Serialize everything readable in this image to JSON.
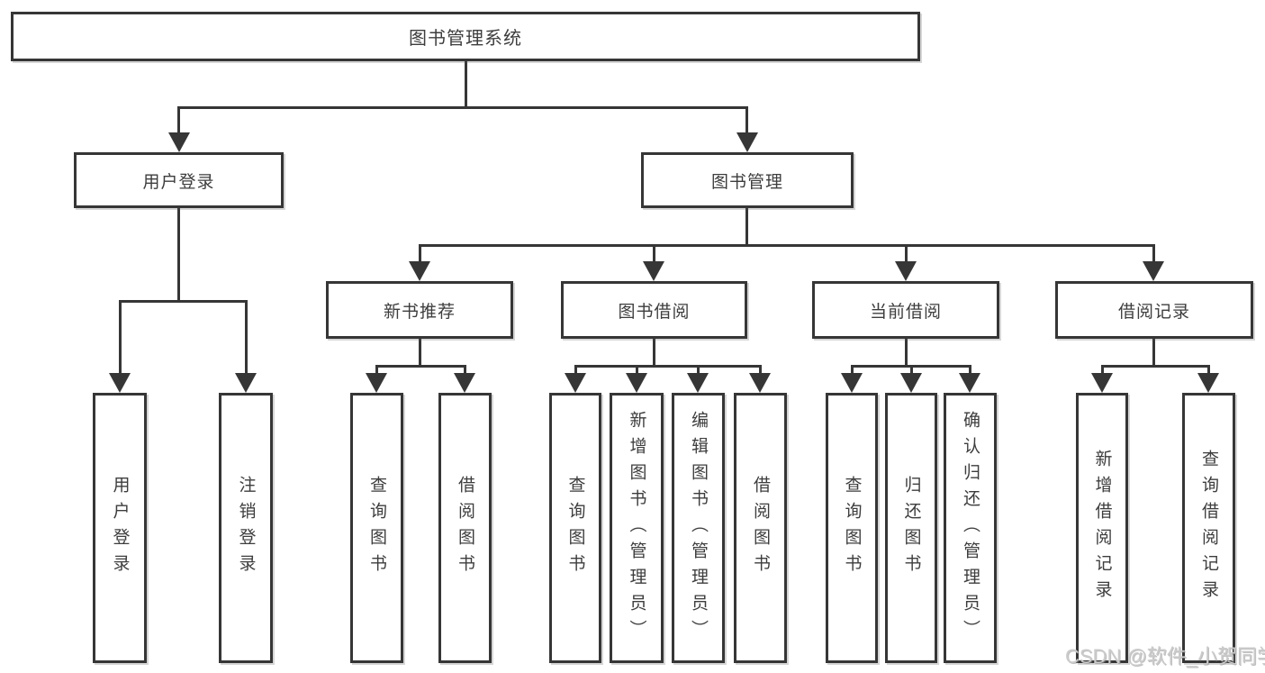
{
  "colors": {
    "line": "#363636",
    "text": "#3d3d3d",
    "box_background": "#ffffff",
    "page_background": "#ffffff",
    "watermark": "#cbcbcb"
  },
  "watermark": {
    "text": "CSDN @软件_小贺同学"
  },
  "tree": {
    "label": "图书管理系统",
    "children": [
      {
        "label": "用户登录",
        "children": [
          {
            "label": "用户登录"
          },
          {
            "label": "注销登录"
          }
        ]
      },
      {
        "label": "图书管理",
        "children": [
          {
            "label": "新书推荐",
            "children": [
              {
                "label": "查询图书"
              },
              {
                "label": "借阅图书"
              }
            ]
          },
          {
            "label": "图书借阅",
            "children": [
              {
                "label": "查询图书"
              },
              {
                "label": "新增图书（管理员）"
              },
              {
                "label": "编辑图书（管理员）"
              },
              {
                "label": "借阅图书"
              }
            ]
          },
          {
            "label": "当前借阅",
            "children": [
              {
                "label": "查询图书"
              },
              {
                "label": "归还图书"
              },
              {
                "label": "确认归还（管理员）"
              }
            ]
          },
          {
            "label": "借阅记录",
            "children": [
              {
                "label": "新增借阅记录"
              },
              {
                "label": "查询借阅记录"
              }
            ]
          }
        ]
      }
    ]
  }
}
